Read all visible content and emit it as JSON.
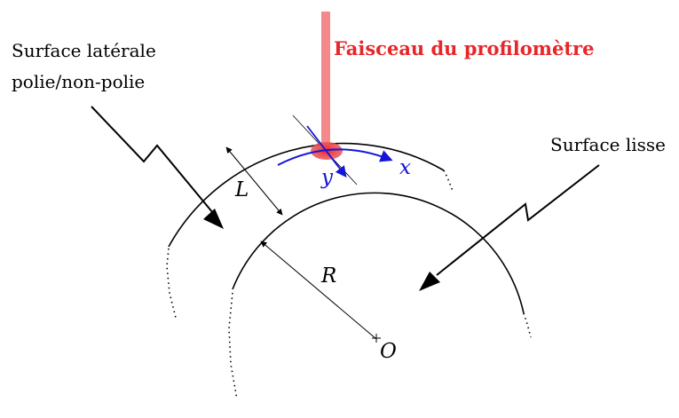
{
  "labels": {
    "side_surface_line1": "Surface latérale",
    "side_surface_line2": "polie/non-polie",
    "beam_title": "Faisceau du profilomètre",
    "smooth_surface": "Surface lisse",
    "axis_x": "x",
    "axis_y": "y",
    "length_L": "L",
    "radius_R": "R",
    "center_O": "O"
  },
  "colors": {
    "beam": "#e8262a",
    "beam_light": "#f4888a",
    "axes": "#1515d8",
    "ink": "#000000"
  }
}
